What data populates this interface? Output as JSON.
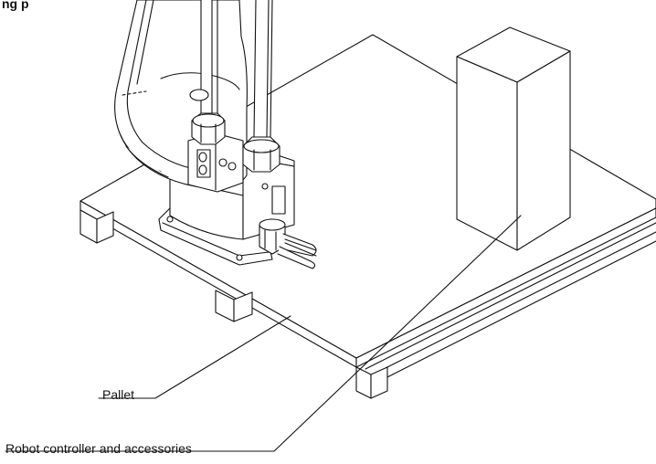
{
  "labels": {
    "top_fragment": "ng p",
    "pallet": "Pallet",
    "controller": "Robot controller and accessories"
  },
  "colors": {
    "line": "#111111",
    "robot_fill": "#ffffff",
    "background": "#ffffff"
  }
}
